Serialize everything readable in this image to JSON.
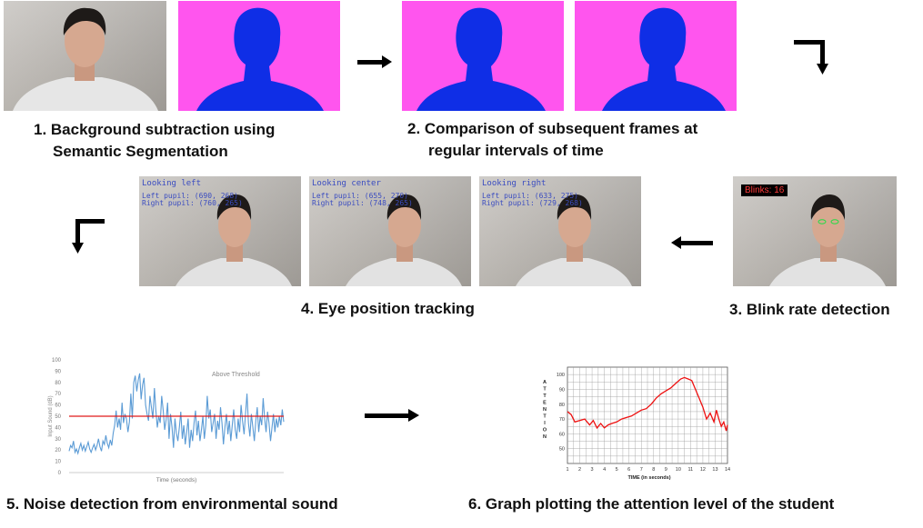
{
  "captions": {
    "step1_line1": "1. Background subtraction using",
    "step1_line2": "Semantic Segmentation",
    "step2_line1": "2. Comparison of subsequent frames at",
    "step2_line2": "regular intervals of time",
    "step3": "3. Blink rate detection",
    "step4": "4. Eye position tracking",
    "step5": "5. Noise detection from environmental sound",
    "step6": "6. Graph plotting the attention level of the student"
  },
  "eye_frames": [
    {
      "label": "Looking left",
      "line1": "Left pupil: (690, 268)",
      "line2": "Right pupil: (760, 265)"
    },
    {
      "label": "Looking center",
      "line1": "Left pupil: (655, 270)",
      "line2": "Right pupil: (748, 265)"
    },
    {
      "label": "Looking right",
      "line1": "Left pupil: (633, 275)",
      "line2": "Right pupil: (729, 268)"
    }
  ],
  "blink_badge": "Blinks: 16",
  "chart_data": [
    {
      "type": "line",
      "title": "",
      "annotation": "Above Threshold",
      "xlabel": "Time (seconds)",
      "ylabel": "Input Sound (dB)",
      "ylim": [
        0,
        100
      ],
      "yticks": [
        "0",
        "10",
        "20",
        "30",
        "40",
        "50",
        "60",
        "70",
        "80",
        "90",
        "100"
      ],
      "threshold": 50,
      "series": [
        {
          "color": "#5b9bd5",
          "values": [
            19,
            24,
            22,
            28,
            18,
            21,
            17,
            22,
            26,
            20,
            24,
            19,
            23,
            27,
            21,
            18,
            22,
            25,
            20,
            24,
            30,
            23,
            19,
            28,
            25,
            33,
            26,
            22,
            29,
            24,
            35,
            42,
            55,
            40,
            48,
            38,
            62,
            44,
            52,
            48,
            36,
            45,
            70,
            48,
            80,
            86,
            72,
            82,
            88,
            65,
            78,
            84,
            60,
            52,
            46,
            68,
            58,
            48,
            75,
            55,
            40,
            50,
            44,
            68,
            55,
            38,
            47,
            62,
            30,
            52,
            40,
            22,
            48,
            35,
            28,
            40,
            54,
            30,
            42,
            25,
            36,
            48,
            22,
            38,
            28,
            44,
            55,
            33,
            46,
            28,
            38,
            50,
            30,
            42,
            68,
            48,
            56,
            36,
            44,
            52,
            30,
            46,
            38,
            58,
            44,
            25,
            40,
            52,
            34,
            46,
            28,
            42,
            56,
            38,
            30,
            48,
            36,
            60,
            46,
            34,
            52,
            70,
            44,
            32,
            52,
            40,
            28,
            46,
            58,
            36,
            50,
            42,
            66,
            48,
            36,
            54,
            44,
            28,
            40,
            52,
            36,
            48,
            40,
            50,
            42,
            56,
            45
          ]
        }
      ]
    },
    {
      "type": "line",
      "title": "",
      "xlabel": "TIME (in seconds)",
      "ylabel": "ATTENTION",
      "xticks": [
        "1",
        "2",
        "3",
        "4",
        "5",
        "6",
        "7",
        "8",
        "9",
        "10",
        "11",
        "12",
        "13",
        "14"
      ],
      "xlim": [
        1,
        14
      ],
      "yticks": [
        "50",
        "60",
        "70",
        "80",
        "90",
        "100"
      ],
      "ylim": [
        40,
        105
      ],
      "series": [
        {
          "color": "#ee1111",
          "x": [
            1,
            1.3,
            1.6,
            2.0,
            2.4,
            2.8,
            3.1,
            3.4,
            3.7,
            4.0,
            4.3,
            4.6,
            5.0,
            5.4,
            5.8,
            6.2,
            6.6,
            7.0,
            7.4,
            7.8,
            8.2,
            8.6,
            9.0,
            9.4,
            9.8,
            10.2,
            10.5,
            10.8,
            11.1,
            11.4,
            11.7,
            12.0,
            12.3,
            12.6,
            12.9,
            13.1,
            13.3,
            13.5,
            13.7,
            13.9,
            14.0
          ],
          "y": [
            75,
            73,
            68,
            69,
            70,
            66,
            69,
            64,
            67,
            64,
            66,
            67,
            68,
            70,
            71,
            72,
            74,
            76,
            77,
            80,
            84,
            87,
            89,
            91,
            94,
            97,
            98,
            97,
            96,
            90,
            84,
            78,
            70,
            74,
            68,
            76,
            70,
            65,
            68,
            62,
            66
          ]
        }
      ]
    }
  ]
}
